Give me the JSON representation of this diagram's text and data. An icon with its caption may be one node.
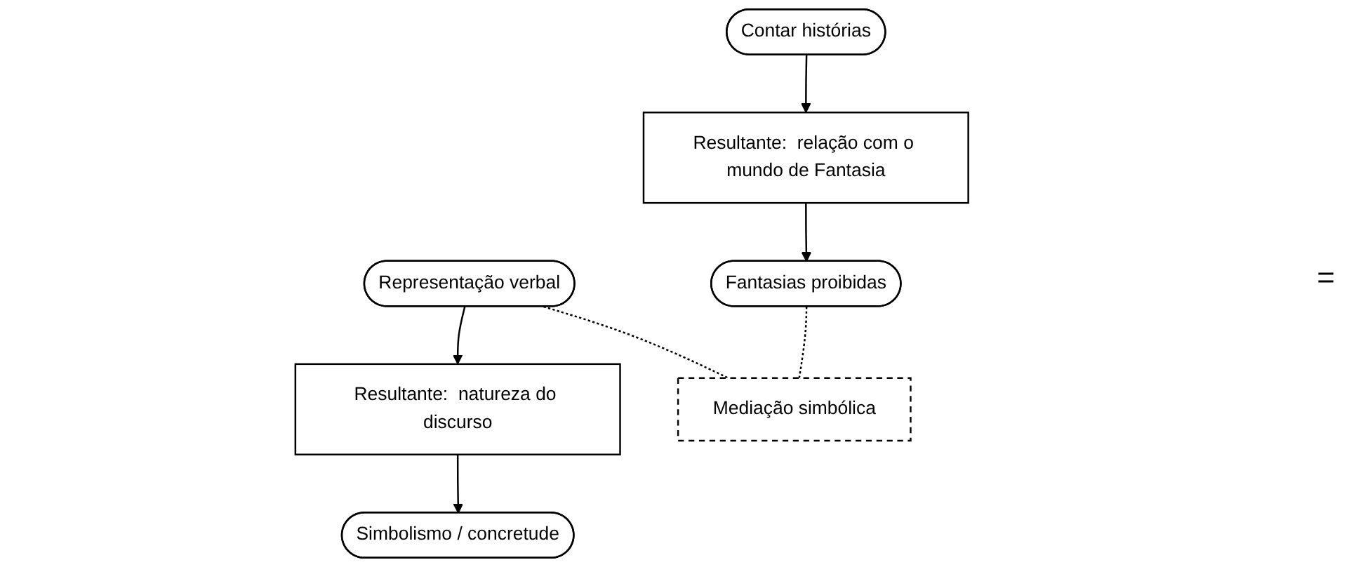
{
  "diagram": {
    "nodes": [
      {
        "text": [
          "Resultante:  relação com o mundo de Fantasia"
        ]
      },
      {
        "text": [
          "Resultante:  natureza do discurso"
        ]
      },
      {
        "text": [
          "Contar histórias"
        ]
      },
      {
        "text": [
          "Fantasias proibidas"
        ]
      },
      {
        "text": [
          "Representação verbal"
        ]
      },
      {
        "text": [
          "Simbolismo / concretude"
        ]
      },
      {
        "text": [
          "Mediação simbólica"
        ]
      }
    ],
    "edges": [
      {
        "from": 2,
        "to": 0,
        "arrow": "to"
      },
      {
        "from": 0,
        "to": 3,
        "arrow": "to"
      },
      {
        "from": 4,
        "to": 1,
        "arrow": "to"
      },
      {
        "from": 1,
        "to": 5,
        "arrow": "to"
      },
      {
        "from": 3,
        "to": 6,
        "arrow": "none",
        "style": "dashed"
      },
      {
        "from": 4,
        "to": 6,
        "arrow": "none",
        "style": "dashed"
      }
    ],
    "labels": [
      "="
    ]
  }
}
